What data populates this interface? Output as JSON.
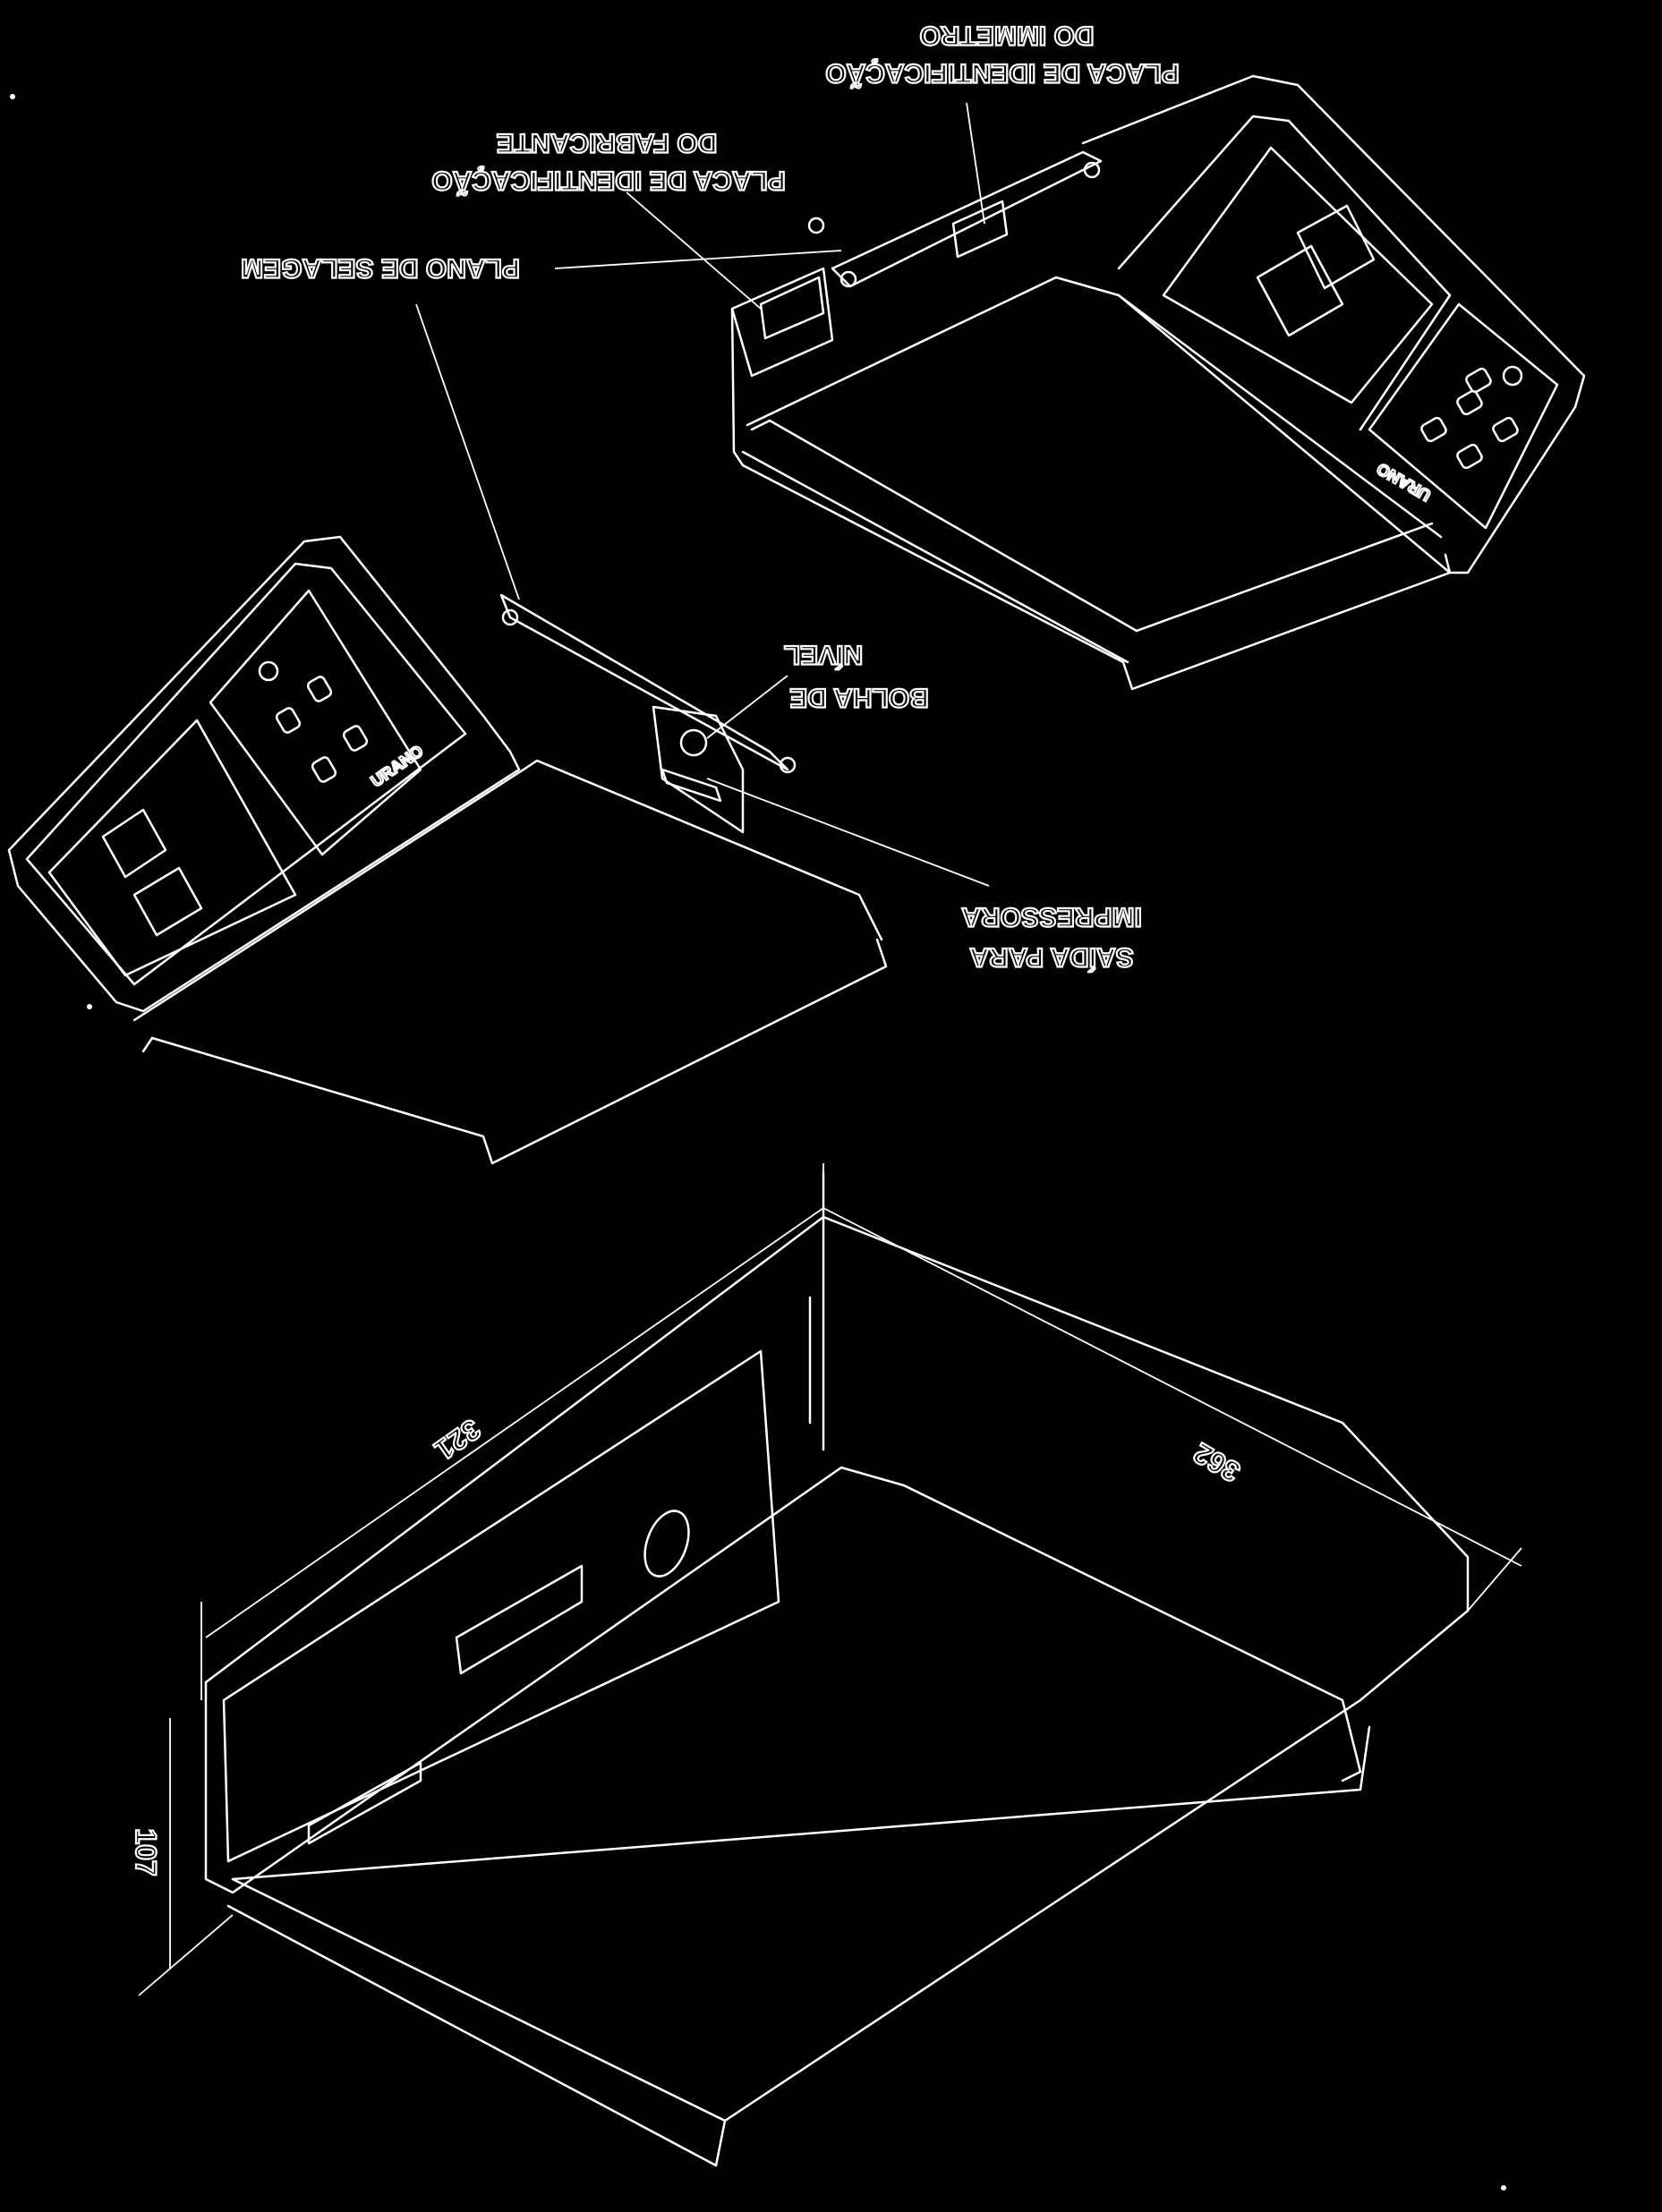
{
  "labels": {
    "imetro_line1": "DO IMMETRO",
    "imetro_line2": "PLACA DE IDENTIFICAÇÃO",
    "fabricante_line1": "DO FABRICANTE",
    "fabricante_line2": "PLACA DE IDENTIFICAÇÃO",
    "selagem": "PLANO DE SELAGEM",
    "bolha_line1": "NÍVEL",
    "bolha_line2": "BOLHA DE",
    "impressora_line1": "IMPRESSORA",
    "impressora_line2": "SAÍDA PARA"
  },
  "dimensions": {
    "width": "321",
    "depth": "362",
    "height": "107"
  },
  "brand": "URANO",
  "colors": {
    "background": "#000000",
    "lines": "#ffffff"
  }
}
